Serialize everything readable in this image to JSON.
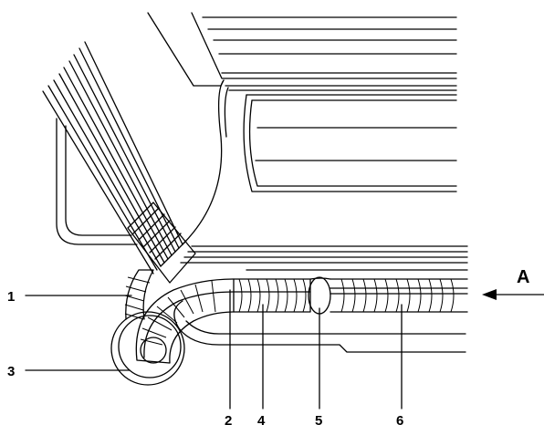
{
  "callouts": {
    "c1": "1",
    "c2": "2",
    "c3": "3",
    "c4": "4",
    "c5": "5",
    "c6": "6",
    "view": "A"
  },
  "colors": {
    "line": "#000000",
    "background": "#ffffff",
    "wrap_fill": "#ffffff"
  }
}
